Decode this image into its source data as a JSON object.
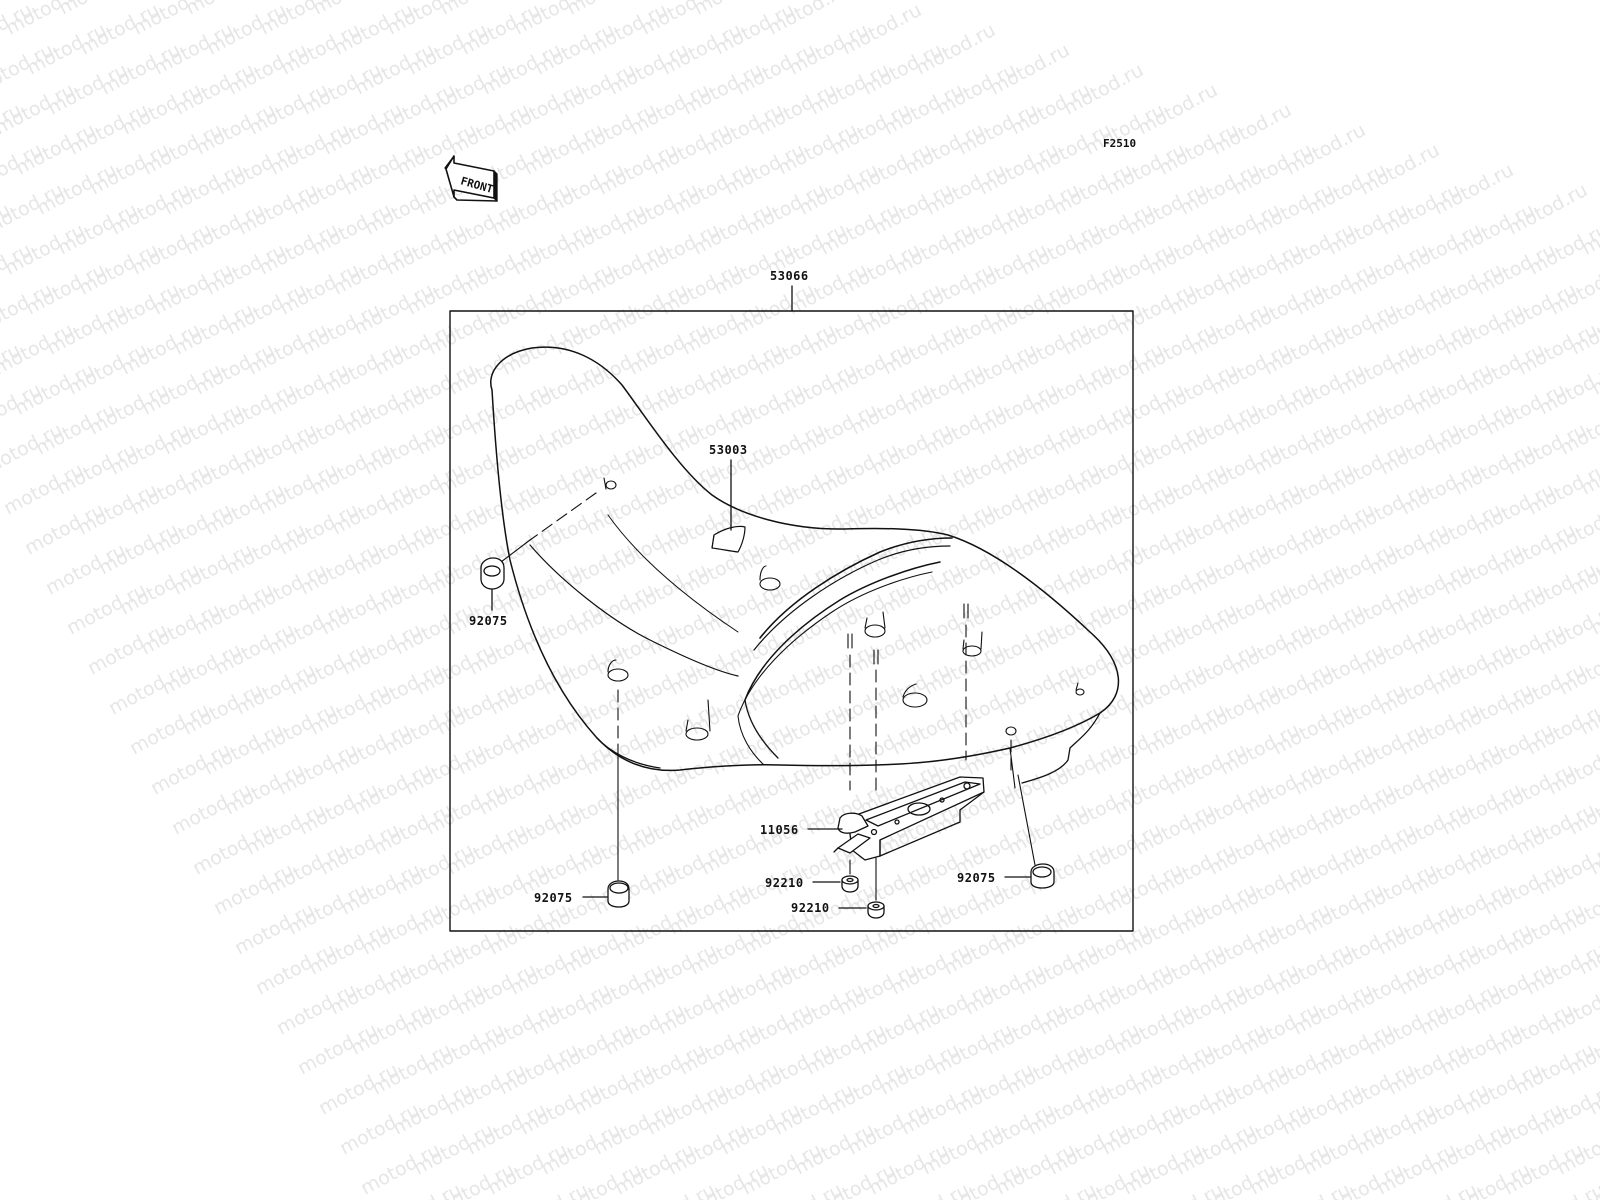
{
  "watermark": {
    "text": "motod.ru"
  },
  "figure": {
    "code": "F2510"
  },
  "front_arrow": {
    "label": "FRONT"
  },
  "callouts": {
    "seat_assembly": "53066",
    "seat_pad": "53003",
    "damper_left": "92075",
    "damper_front": "92075",
    "damper_right": "92075",
    "bracket": "11056",
    "nut_upper": "92210",
    "nut_lower": "92210"
  },
  "colors": {
    "line": "#111111",
    "watermark": "#e6e6e6",
    "background": "#ffffff"
  }
}
